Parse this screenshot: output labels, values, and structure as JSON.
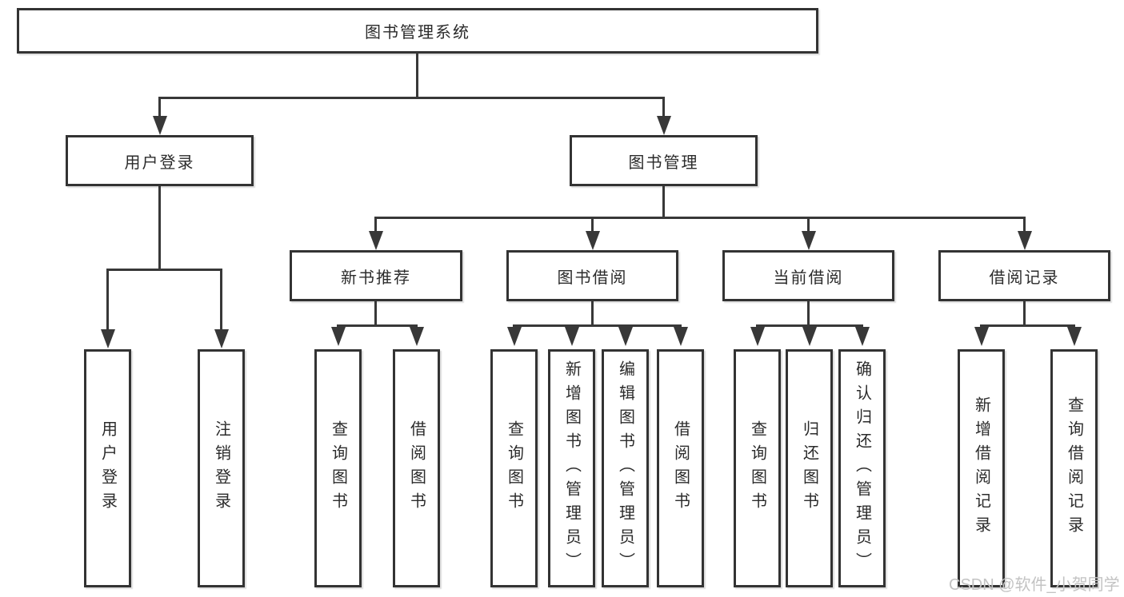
{
  "tree": {
    "root": {
      "label": "图书管理系统"
    },
    "branches": [
      {
        "label": "用户登录",
        "children": [
          {
            "label": "用户登录"
          },
          {
            "label": "注销登录"
          }
        ]
      },
      {
        "label": "图书管理",
        "children": [
          {
            "label": "新书推荐",
            "children": [
              {
                "label": "查询图书"
              },
              {
                "label": "借阅图书"
              }
            ]
          },
          {
            "label": "图书借阅",
            "children": [
              {
                "label": "查询图书"
              },
              {
                "label": "新增图书（管理员）"
              },
              {
                "label": "编辑图书（管理员）"
              },
              {
                "label": "借阅图书"
              }
            ]
          },
          {
            "label": "当前借阅",
            "children": [
              {
                "label": "查询图书"
              },
              {
                "label": "归还图书"
              },
              {
                "label": "确认归还（管理员）"
              }
            ]
          },
          {
            "label": "借阅记录",
            "children": [
              {
                "label": "新增借阅记录"
              },
              {
                "label": "查询借阅记录"
              }
            ]
          }
        ]
      }
    ]
  },
  "watermark": {
    "text": "CSDN @软件_小贺同学"
  },
  "colors": {
    "background": "#ffffff",
    "box_fill": "#ffffff",
    "box_border": "#333333",
    "line": "#383838",
    "text": "#2b2b2b",
    "watermark": "#c3c3c3"
  }
}
